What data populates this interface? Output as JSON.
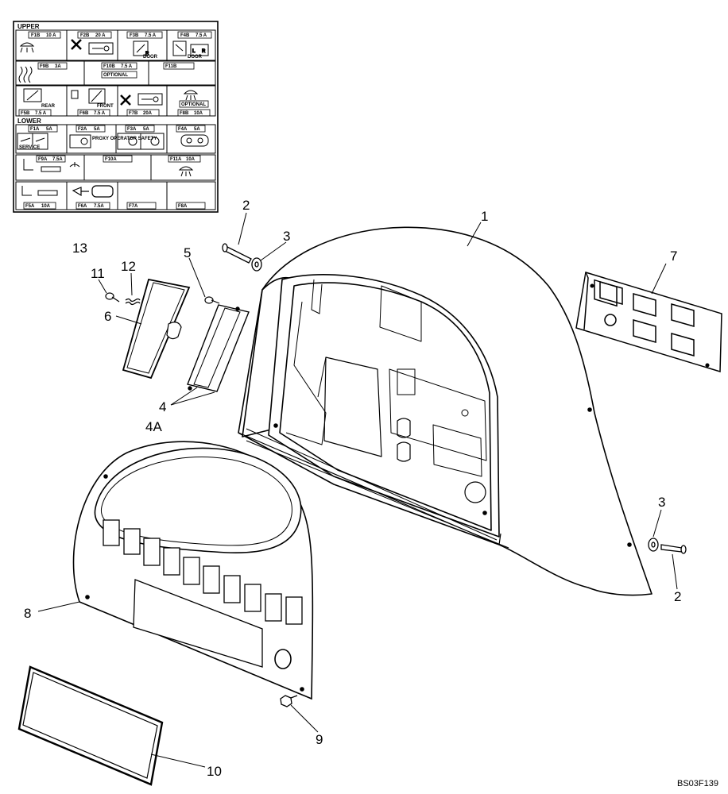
{
  "drawing_code": "BS03F139",
  "fuse_chart": {
    "upper_label": "UPPER",
    "lower_label": "LOWER",
    "upper_rows": [
      [
        {
          "fuse": "F1B",
          "amps": "10 A"
        },
        {
          "fuse": "F2B",
          "amps": "20 A"
        },
        {
          "fuse": "F3B",
          "amps": "7.5 A",
          "sub": "DOOR"
        },
        {
          "fuse": "F4B",
          "amps": "7.5 A",
          "sub": "DOOR"
        }
      ],
      [
        {
          "fuse": "F9B",
          "amps": "3A"
        },
        {
          "fuse": "F10B",
          "amps": "7.5 A",
          "sub": "OPTIONAL"
        },
        {
          "fuse": "F11B",
          "amps": ""
        }
      ],
      [
        {
          "fuse": "F5B",
          "amps": "7.5 A",
          "sub": "REAR"
        },
        {
          "fuse": "F6B",
          "amps": "7.5 A",
          "sub": "FRONT"
        },
        {
          "fuse": "F7B",
          "amps": "20A"
        },
        {
          "fuse": "F8B",
          "amps": "10A",
          "sub": "OPTIONAL"
        }
      ]
    ],
    "lower_rows": [
      [
        {
          "fuse": "F1A",
          "amps": "5A",
          "sub": "SERVICE"
        },
        {
          "fuse": "F2A",
          "amps": "5A",
          "sub": "PROXY OPERATOR SAFETY"
        },
        {
          "fuse": "F3A",
          "amps": "5A"
        },
        {
          "fuse": "F4A",
          "amps": "5A"
        }
      ],
      [
        {
          "fuse": "F9A",
          "amps": "7.5A"
        },
        {
          "fuse": "F10A",
          "amps": ""
        },
        {
          "fuse": "F11A",
          "amps": "10A"
        }
      ],
      [
        {
          "fuse": "F5A",
          "amps": "10A"
        },
        {
          "fuse": "F6A",
          "amps": "7.5A"
        },
        {
          "fuse": "F7A",
          "amps": ""
        },
        {
          "fuse": "F8A",
          "amps": ""
        }
      ]
    ]
  },
  "callouts": {
    "c1": "1",
    "c2a": "2",
    "c2b": "2",
    "c3a": "3",
    "c3b": "3",
    "c4": "4",
    "c4a": "4A",
    "c5": "5",
    "c6": "6",
    "c7": "7",
    "c8": "8",
    "c9": "9",
    "c10": "10",
    "c11": "11",
    "c12": "12",
    "c13": "13"
  }
}
